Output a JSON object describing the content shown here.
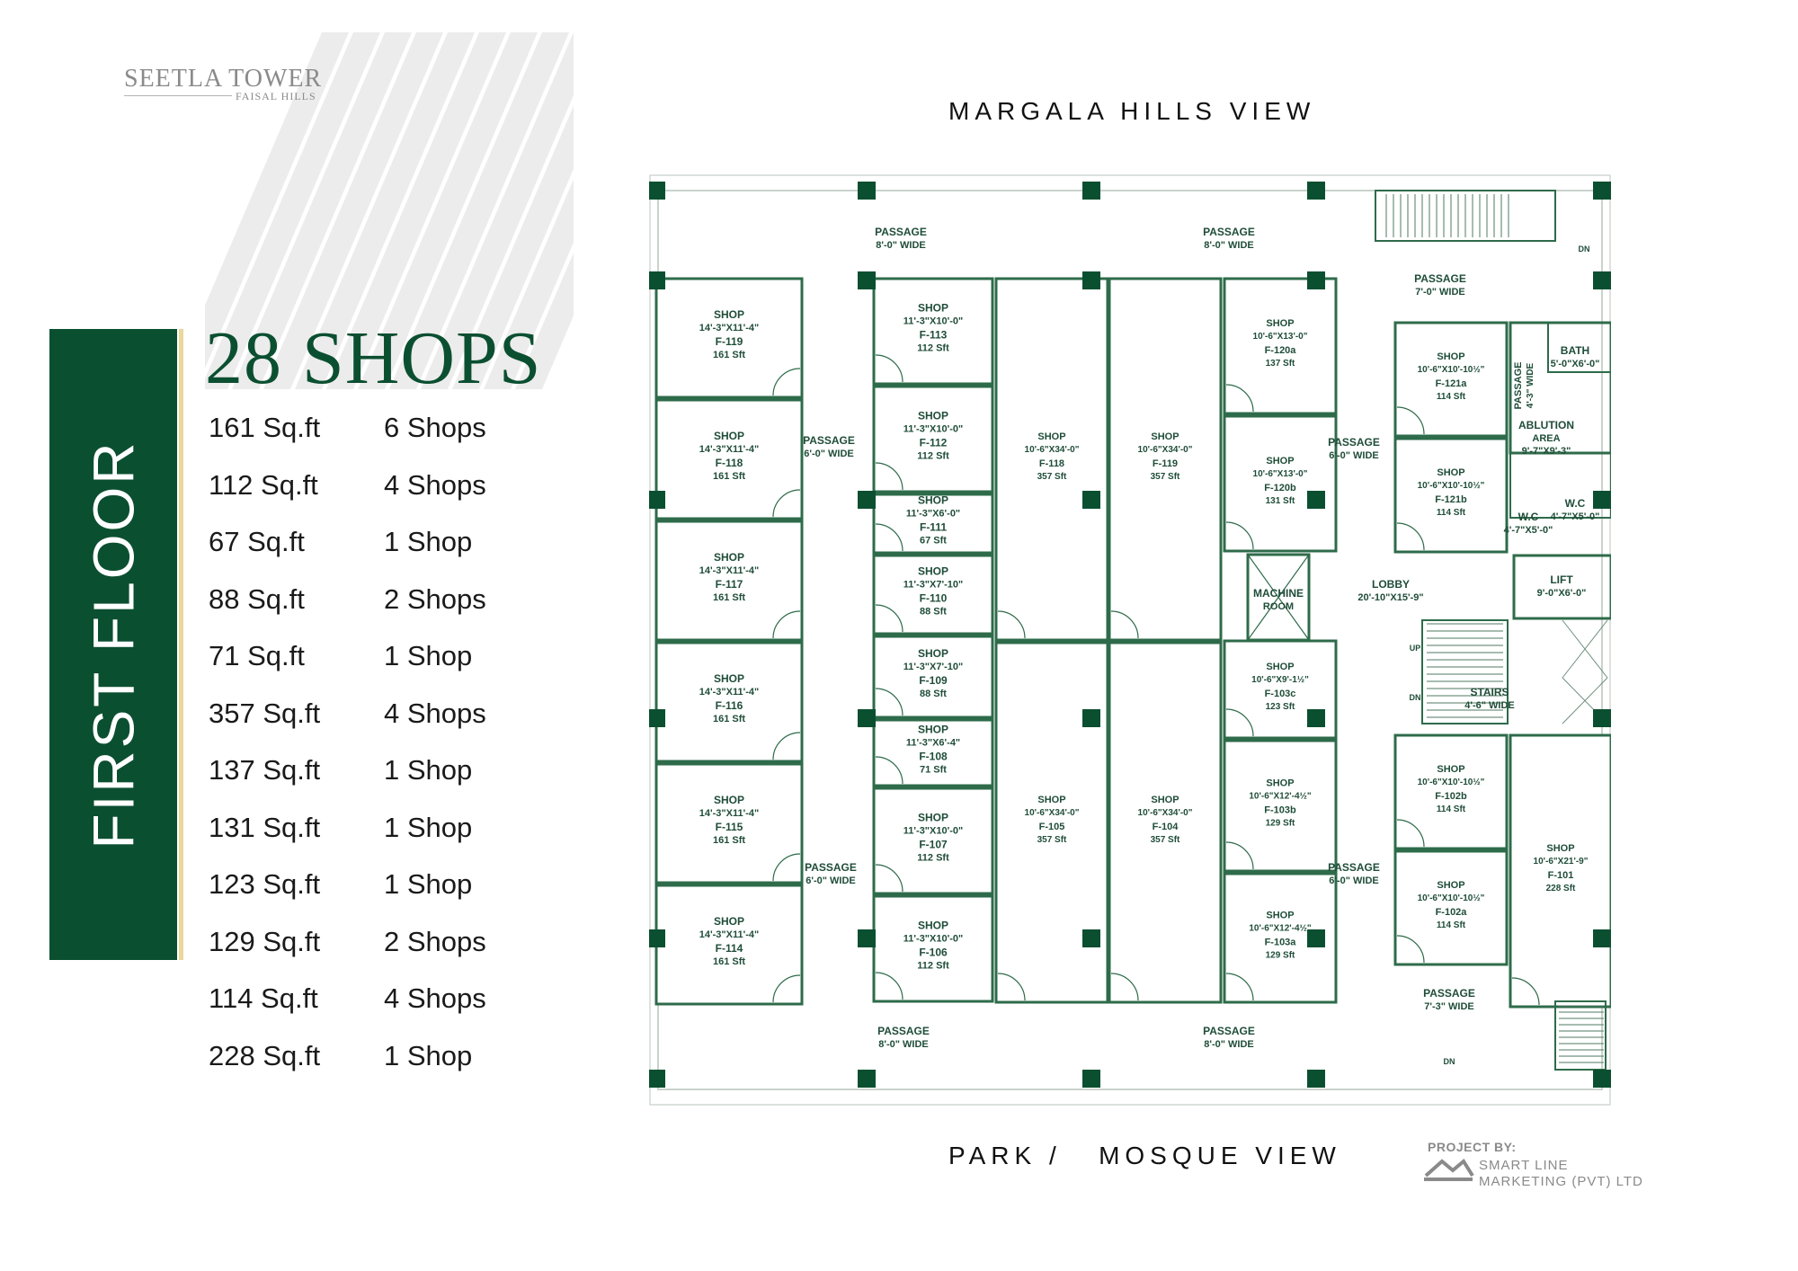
{
  "brand": {
    "name": "SEETLA TOWER",
    "location": "FAISAL HILLS"
  },
  "floor": {
    "title": "FIRST FLOOR",
    "headline": "28 SHOPS"
  },
  "summary": [
    {
      "area": "161 Sq.ft",
      "count": "6 Shops"
    },
    {
      "area": "112 Sq.ft",
      "count": "4 Shops"
    },
    {
      "area": "67 Sq.ft",
      "count": "1 Shop"
    },
    {
      "area": "88 Sq.ft",
      "count": "2 Shops"
    },
    {
      "area": "71 Sq.ft",
      "count": "1 Shop"
    },
    {
      "area": "357 Sq.ft",
      "count": "4 Shops"
    },
    {
      "area": "137 Sq.ft",
      "count": "1 Shop"
    },
    {
      "area": "131 Sq.ft",
      "count": "1 Shop"
    },
    {
      "area": "123 Sq.ft",
      "count": "1 Shop"
    },
    {
      "area": "129 Sq.ft",
      "count": "2 Shops"
    },
    {
      "area": "114 Sq.ft",
      "count": "4 Shops"
    },
    {
      "area": "228 Sq.ft",
      "count": "1 Shop"
    }
  ],
  "views": {
    "top": "MARGALA HILLS VIEW",
    "bottom": "PARK /   MOSQUE VIEW"
  },
  "credits": {
    "label": "PROJECT BY:",
    "company_line1": "SMART LINE",
    "company_line2": "MARKETING (PVT) LTD"
  },
  "colors": {
    "brand_green": "#0b4f31",
    "accent_gold": "#e9d89a",
    "wall": "#2e6b4a",
    "column": "#0b4f31"
  },
  "plan": {
    "shops": [
      {
        "id": "F-119",
        "size": "14'-3\"X11'-4\"",
        "area": "161 Sft"
      },
      {
        "id": "F-118",
        "size": "14'-3\"X11'-4\"",
        "area": "161 Sft"
      },
      {
        "id": "F-117",
        "size": "14'-3\"X11'-4\"",
        "area": "161 Sft"
      },
      {
        "id": "F-116",
        "size": "14'-3\"X11'-4\"",
        "area": "161 Sft"
      },
      {
        "id": "F-115",
        "size": "14'-3\"X11'-4\"",
        "area": "161 Sft"
      },
      {
        "id": "F-114",
        "size": "14'-3\"X11'-4\"",
        "area": "161 Sft"
      },
      {
        "id": "F-113",
        "size": "11'-3\"X10'-0\"",
        "area": "112 Sft"
      },
      {
        "id": "F-112",
        "size": "11'-3\"X10'-0\"",
        "area": "112 Sft"
      },
      {
        "id": "F-111",
        "size": "11'-3\"X6'-0\"",
        "area": "67 Sft"
      },
      {
        "id": "F-110",
        "size": "11'-3\"X7'-10\"",
        "area": "88 Sft"
      },
      {
        "id": "F-109",
        "size": "11'-3\"X7'-10\"",
        "area": "88 Sft"
      },
      {
        "id": "F-108",
        "size": "11'-3\"X6'-4\"",
        "area": "71 Sft"
      },
      {
        "id": "F-107",
        "size": "11'-3\"X10'-0\"",
        "area": "112 Sft"
      },
      {
        "id": "F-106",
        "size": "11'-3\"X10'-0\"",
        "area": "112 Sft"
      },
      {
        "id": "F-118",
        "size": "10'-6\"X34'-0\"",
        "area": "357 Sft"
      },
      {
        "id": "F-119",
        "size": "10'-6\"X34'-0\"",
        "area": "357 Sft"
      },
      {
        "id": "F-105",
        "size": "10'-6\"X34'-0\"",
        "area": "357 Sft"
      },
      {
        "id": "F-104",
        "size": "10'-6\"X34'-0\"",
        "area": "357 Sft"
      },
      {
        "id": "F-120a",
        "size": "10'-6\"X13'-0\"",
        "area": "137 Sft"
      },
      {
        "id": "F-120b",
        "size": "10'-6\"X13'-0\"",
        "area": "131 Sft"
      },
      {
        "id": "F-103c",
        "size": "10'-6\"X9'-1½\"",
        "area": "123 Sft"
      },
      {
        "id": "F-103b",
        "size": "10'-6\"X12'-4½\"",
        "area": "129 Sft"
      },
      {
        "id": "F-103a",
        "size": "10'-6\"X12'-4½\"",
        "area": "129 Sft"
      },
      {
        "id": "F-121a",
        "size": "10'-6\"X10'-10½\"",
        "area": "114 Sft"
      },
      {
        "id": "F-121b",
        "size": "10'-6\"X10'-10½\"",
        "area": "114 Sft"
      },
      {
        "id": "F-102b",
        "size": "10'-6\"X10'-10½\"",
        "area": "114 Sft"
      },
      {
        "id": "F-102a",
        "size": "10'-6\"X10'-10½\"",
        "area": "114 Sft"
      },
      {
        "id": "F-101",
        "size": "10'-6\"X21'-9\"",
        "area": "228 Sft"
      }
    ],
    "shop_word": "SHOP",
    "labels": [
      {
        "l1": "PASSAGE",
        "l2": "8'-0\" WIDE"
      },
      {
        "l1": "PASSAGE",
        "l2": "8'-0\" WIDE"
      },
      {
        "l1": "PASSAGE",
        "l2": "7'-0\" WIDE"
      },
      {
        "l1": "PASSAGE",
        "l2": "6'-0\" WIDE"
      },
      {
        "l1": "PASSAGE",
        "l2": "6'-0\" WIDE"
      },
      {
        "l1": "PASSAGE",
        "l2": "6'-0\" WIDE"
      },
      {
        "l1": "PASSAGE",
        "l2": "6'-0\" WIDE"
      },
      {
        "l1": "PASSAGE",
        "l2": "8'-0\" WIDE"
      },
      {
        "l1": "PASSAGE",
        "l2": "8'-0\" WIDE"
      },
      {
        "l1": "PASSAGE",
        "l2": "7'-3\" WIDE"
      },
      {
        "l1": "MACHINE",
        "l2": "ROOM"
      },
      {
        "l1": "LOBBY",
        "l2": "20'-10\"X15'-9\""
      },
      {
        "l1": "LIFT",
        "l2": "9'-0\"X6'-0\""
      },
      {
        "l1": "STAIRS",
        "l2": "4'-6\" WIDE"
      },
      {
        "l1": "ABLUTION",
        "l2": "AREA",
        "l3": "9'-7\"X9'-3\""
      },
      {
        "l1": "BATH",
        "l2": "5'-0\"X6'-0\""
      },
      {
        "l1": "W.C",
        "l2": "4'-7\"X5'-0\""
      },
      {
        "l1": "W.C",
        "l2": "4'-7\"X5'-0\""
      },
      {
        "l1": "PASSAGE",
        "l2": "4'-3\" WIDE"
      }
    ],
    "marks": {
      "dn": "DN",
      "up": "UP"
    }
  }
}
